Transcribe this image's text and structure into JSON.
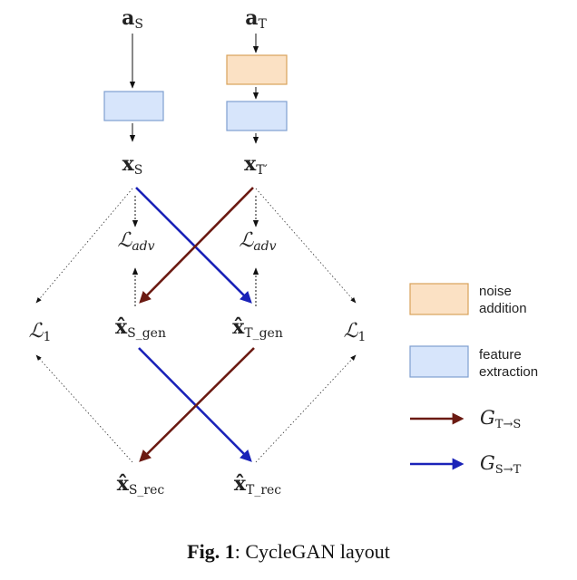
{
  "nodes": {
    "a_s": {
      "base": "a",
      "sub": "S"
    },
    "a_t": {
      "base": "a",
      "sub": "T"
    },
    "x_s": {
      "base": "x",
      "sub": "S"
    },
    "x_t": {
      "base": "x",
      "sub": "T′"
    },
    "l_adv": {
      "base": "ℒ",
      "sub": "adv"
    },
    "l_1": {
      "base": "ℒ",
      "sub": "1"
    },
    "xs_gen": {
      "base": "x̂",
      "sub": "S_gen"
    },
    "xt_gen": {
      "base": "x̂",
      "sub": "T_gen"
    },
    "xs_rec": {
      "base": "x̂",
      "sub": "S_rec"
    },
    "xt_rec": {
      "base": "x̂",
      "sub": "T_rec"
    }
  },
  "legend": {
    "noise_line1": "noise",
    "noise_line2": "addition",
    "feature_line1": "feature",
    "feature_line2": "extraction",
    "g_ts": {
      "base": "G",
      "sub": "T→S"
    },
    "g_st": {
      "base": "G",
      "sub": "S→T"
    }
  },
  "colors": {
    "noise_fill": "#fbe1c4",
    "noise_stroke": "#d8a25a",
    "feature_fill": "#d7e5fb",
    "feature_stroke": "#7e9fd0",
    "g_ts": "#6b1a12",
    "g_st": "#1a22b8"
  },
  "caption": {
    "label": "Fig. 1",
    "text": ": CycleGAN layout"
  }
}
